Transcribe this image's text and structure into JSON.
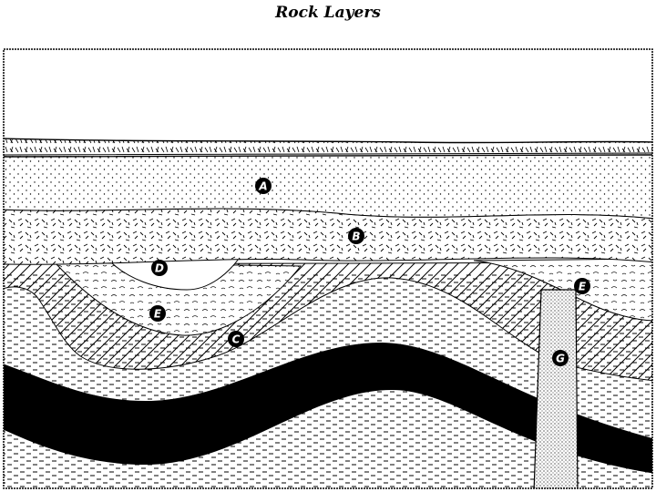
{
  "title": "Rock Layers",
  "labels": {
    "a": "A",
    "b": "B",
    "c": "C",
    "d": "D",
    "e1": "E",
    "e2": "E",
    "g": "G"
  },
  "colors": {
    "ink": "#000000",
    "paper": "#ffffff"
  }
}
